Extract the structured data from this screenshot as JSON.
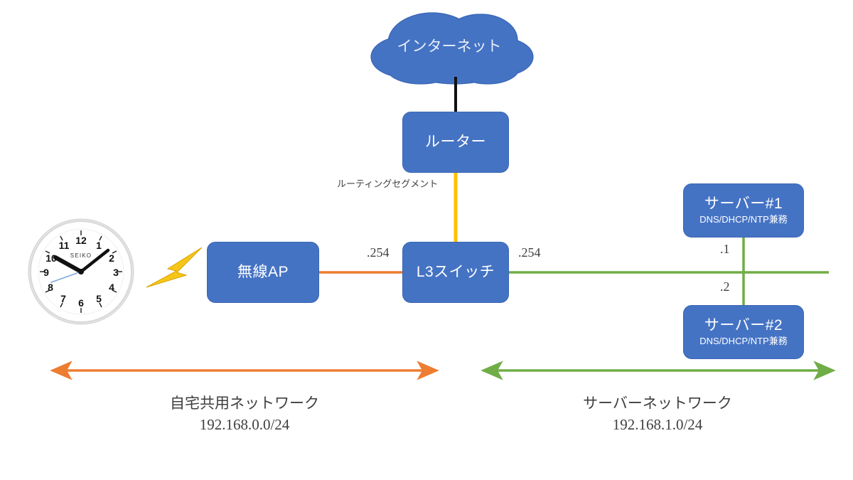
{
  "diagram": {
    "title": "home network topology",
    "colors": {
      "node_fill": "#4573C4",
      "node_stroke": "#3A66B5",
      "home_segment_line": "#ED7D31",
      "server_segment_line": "#70AD47",
      "routing_segment_line": "#FFC000",
      "internet_link_line": "#000000",
      "bolt": "#F5C518",
      "text": "#3F3F3F"
    }
  },
  "nodes": {
    "internet": {
      "label": "インターネット",
      "shape": "cloud"
    },
    "router": {
      "label": "ルーター",
      "shape": "rounded-rect"
    },
    "l3switch": {
      "label": "L3スイッチ",
      "shape": "rounded-rect"
    },
    "wifiap": {
      "label": "無線AP",
      "shape": "rounded-rect"
    },
    "server1": {
      "label": "サーバー#1",
      "sub": "DNS/DHCP/NTP兼務",
      "shape": "rounded-rect"
    },
    "server2": {
      "label": "サーバー#2",
      "sub": "DNS/DHCP/NTP兼務",
      "shape": "rounded-rect"
    },
    "clock": {
      "brand": "SEIKO",
      "numerals": [
        "12",
        "1",
        "2",
        "3",
        "4",
        "5",
        "6",
        "7",
        "8",
        "9",
        "10",
        "11"
      ],
      "time": "10:08"
    }
  },
  "edge_labels": {
    "routing_segment": "ルーティングセグメント",
    "l3_left_ip": ".254",
    "l3_right_ip": ".254",
    "server1_ip": ".1",
    "server2_ip": ".2"
  },
  "segments": [
    {
      "name": "自宅共用ネットワーク",
      "cidr": "192.168.0.0/24",
      "color": "#ED7D31"
    },
    {
      "name": "サーバーネットワーク",
      "cidr": "192.168.1.0/24",
      "color": "#70AD47"
    }
  ]
}
